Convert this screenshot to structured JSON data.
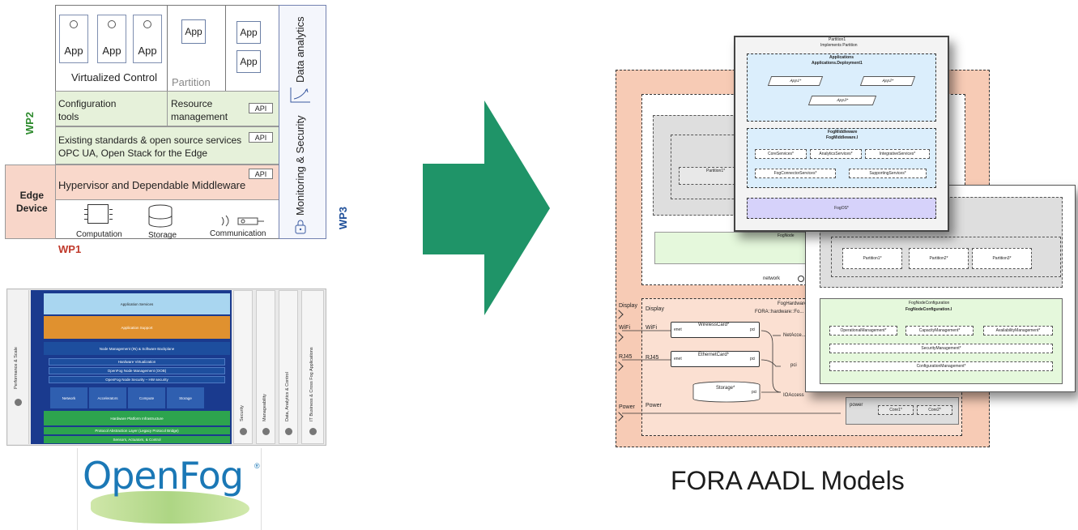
{
  "architecture": {
    "apps": [
      "App",
      "App",
      "App"
    ],
    "partition_app": "App",
    "right_apps": [
      "App",
      "App"
    ],
    "virtualized_control": "Virtualized Control",
    "partition": "Partition",
    "configuration_tools": "Configuration\ntools",
    "resource_management": "Resource\nmanagement",
    "api": "API",
    "existing_standards": "Existing standards & open source services",
    "opc_ua": "OPC UA, Open Stack for the Edge",
    "hypervisor": "Hypervisor and Dependable Middleware",
    "edge_device": "Edge\nDevice",
    "computation": "Computation",
    "storage": "Storage",
    "communication": "Communication",
    "data_analytics": "Data analytics",
    "monitoring_security": "Monitoring & Security",
    "wp1": "WP1",
    "wp2": "WP2",
    "wp3": "WP3",
    "colors": {
      "wp_red": "#c0392b",
      "wp_green": "#2e8b2e",
      "wp_blue": "#1f4f99"
    }
  },
  "openfog": {
    "layers": [
      "Application Services",
      "Application Support",
      "Node Management (IN) & Software Backplane",
      "Hardware Virtualization",
      "OpenFog Node Management (OOB)",
      "OpenFog Node Security – HW security",
      "Hardware Platform Infrastructure",
      "Protocol Abstraction Layer (Legacy Protocol Bridge)",
      "Sensors, Actuators, & Control"
    ],
    "hw_blocks": [
      "Network",
      "Accelerators",
      "Compute",
      "Storage"
    ],
    "left_label": "Performance & Scale",
    "side_columns": [
      "Security",
      "Manageability",
      "Data, Analytics & Control",
      "IT Business & Cross Fog Applications"
    ],
    "logo": "OpenFog",
    "registered": "®"
  },
  "arrow_color": "#1f9468",
  "aadl": {
    "caption": "FORA AADL Models",
    "partition_title": "Partition1",
    "partition_sub": "Implements Partition",
    "applications": "Applications",
    "applications_sub": "Applications.Deployment1",
    "apps": [
      "App1*",
      "App2*",
      "App3*"
    ],
    "middleware": "FogMiddleware",
    "middleware_sub": "FogMiddleware.I",
    "services": [
      "CoreServices*",
      "AnalyticsServices*",
      "IntegrativeServices*",
      "FogConnectorServices*",
      "SupportingServices*"
    ],
    "fogos": "FogOS*",
    "partition_inner": "Partition1*",
    "fognode": "FogNode",
    "network": "network",
    "hardware": "FogHardware",
    "hardware_sub": "FORA::hardware::Fo...",
    "ports_left": [
      "Display",
      "WiFi",
      "RJ45",
      "Power"
    ],
    "ports_inner": [
      "Display",
      "WiFi",
      "RJ45",
      "Power"
    ],
    "hw_cards": [
      "WirelessCard*",
      "EthernetCard*",
      "Storage*"
    ],
    "eth": "enet",
    "pci": "pci",
    "net_access": "NetAcce...",
    "io_access": "IOAccess",
    "power_port": "power",
    "cores": [
      "Core1*",
      "Core2*"
    ],
    "config_title": "FogNodeConfiguration",
    "config_sub": "FogNodeConfiguration.I",
    "config_items": [
      "OperationalManagement*",
      "CapacityManagement*",
      "AvailabilityManagement*",
      "SecurityManagement*",
      "ConfigurationManagement*"
    ],
    "partitions": [
      "Partition1*",
      "Partition2*",
      "Partition3*"
    ],
    "colors": {
      "salmon": "#f7cbb5",
      "blue": "#dbeefc",
      "green": "#e5f8dc",
      "lavender": "#d6d2fa",
      "gray": "#dedede"
    }
  }
}
